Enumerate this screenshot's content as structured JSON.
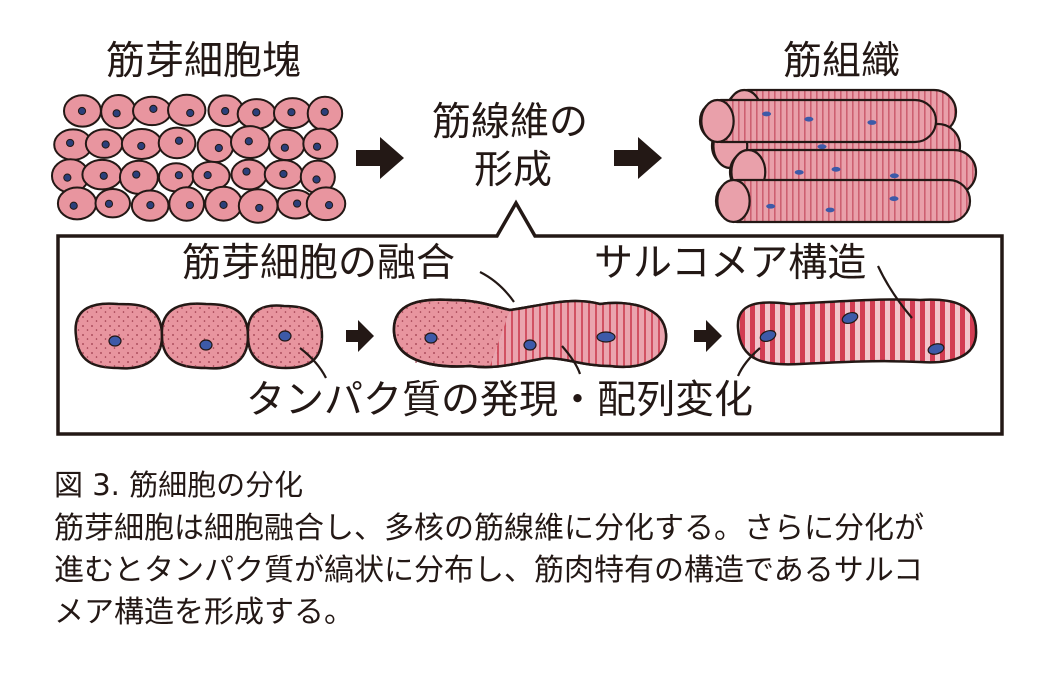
{
  "diagram": {
    "labels": {
      "myoblast_mass": "筋芽細胞塊",
      "muscle_tissue": "筋組織",
      "myofiber_formation_line1": "筋線維の",
      "myofiber_formation_line2": "形成",
      "myoblast_fusion": "筋芽細胞の融合",
      "sarcomere_structure": "サルコメア構造",
      "protein_expression": "タンパク質の発現・配列変化"
    },
    "colors": {
      "cell_fill": "#e8959f",
      "cell_outline": "#231815",
      "nucleus_fill": "#3d5aa8",
      "stripe_red": "#d23c52",
      "fiber_fill": "#e9a0aa",
      "arrow": "#231815"
    }
  },
  "caption": {
    "title": "図 3. 筋細胞の分化",
    "body_lines": [
      "筋芽細胞は細胞融合し、多核の筋線維に分化する。さらに分化が",
      "進むとタンパク質が縞状に分布し、筋肉特有の構造であるサルコ",
      "メア構造を形成する。"
    ]
  }
}
